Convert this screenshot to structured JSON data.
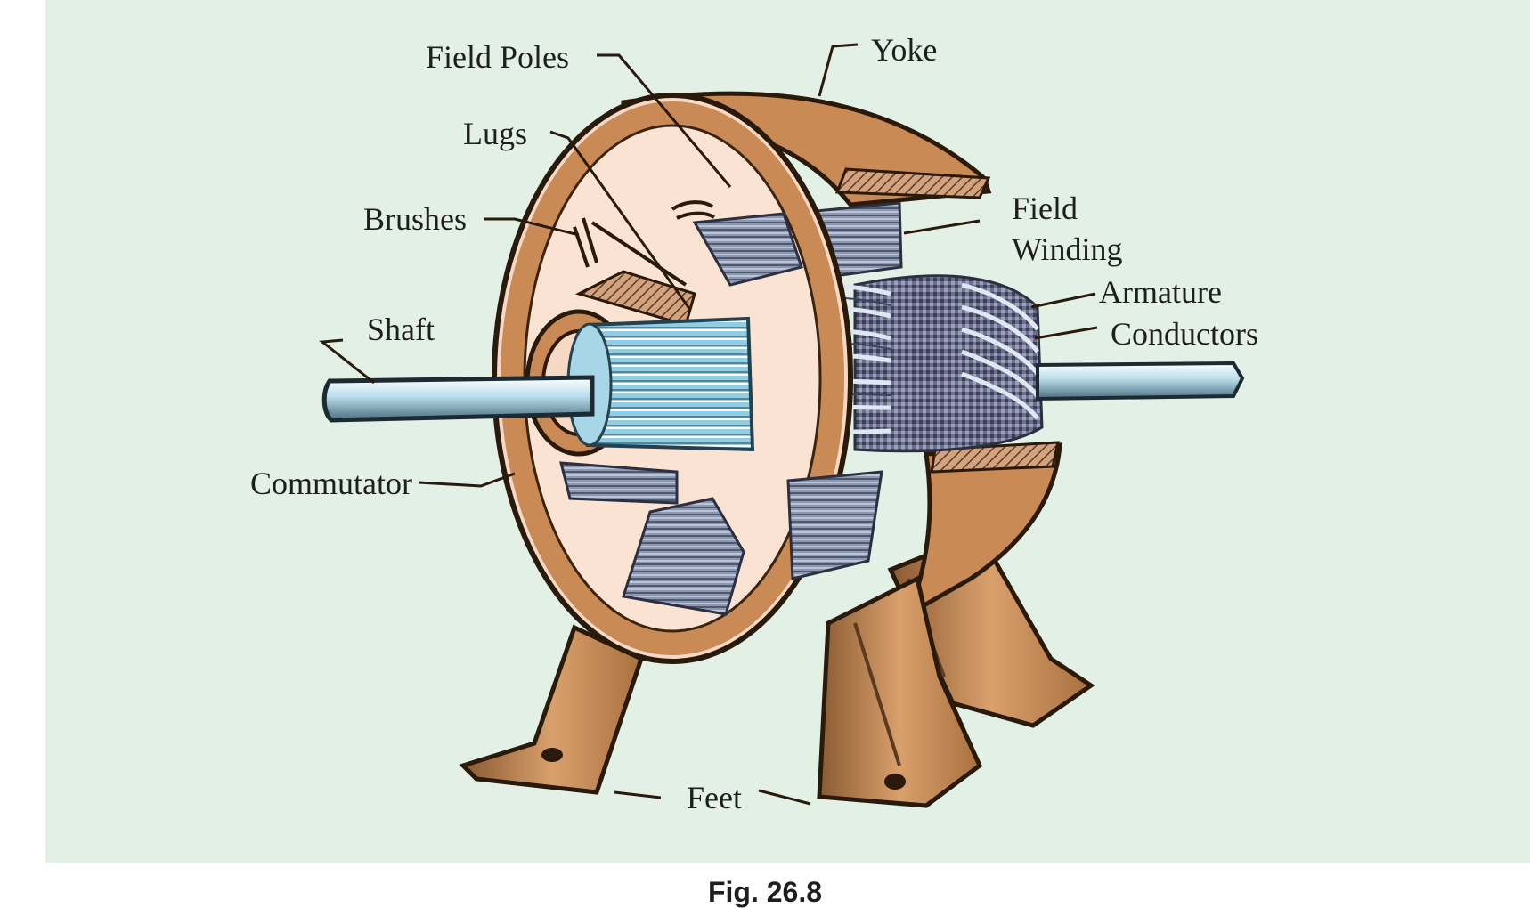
{
  "labels": {
    "field_poles": "Field Poles",
    "yoke": "Yoke",
    "lugs": "Lugs",
    "brushes": "Brushes",
    "field_winding_line1": "Field",
    "field_winding_line2": "Winding",
    "armature_conductors_line1": "Armature",
    "armature_conductors_line2": "Conductors",
    "shaft": "Shaft",
    "commutator": "Commutator",
    "feet": "Feet"
  },
  "caption": "Fig. 26.8",
  "colors": {
    "background_panel": "#e2f0e6",
    "yoke": "#c98a55",
    "yoke_inner": "#f6d9c4",
    "laminations": "#7b879f",
    "commutator": "#8fc6dc",
    "shaft": "#b9dcea",
    "text": "#1e1e1e"
  }
}
